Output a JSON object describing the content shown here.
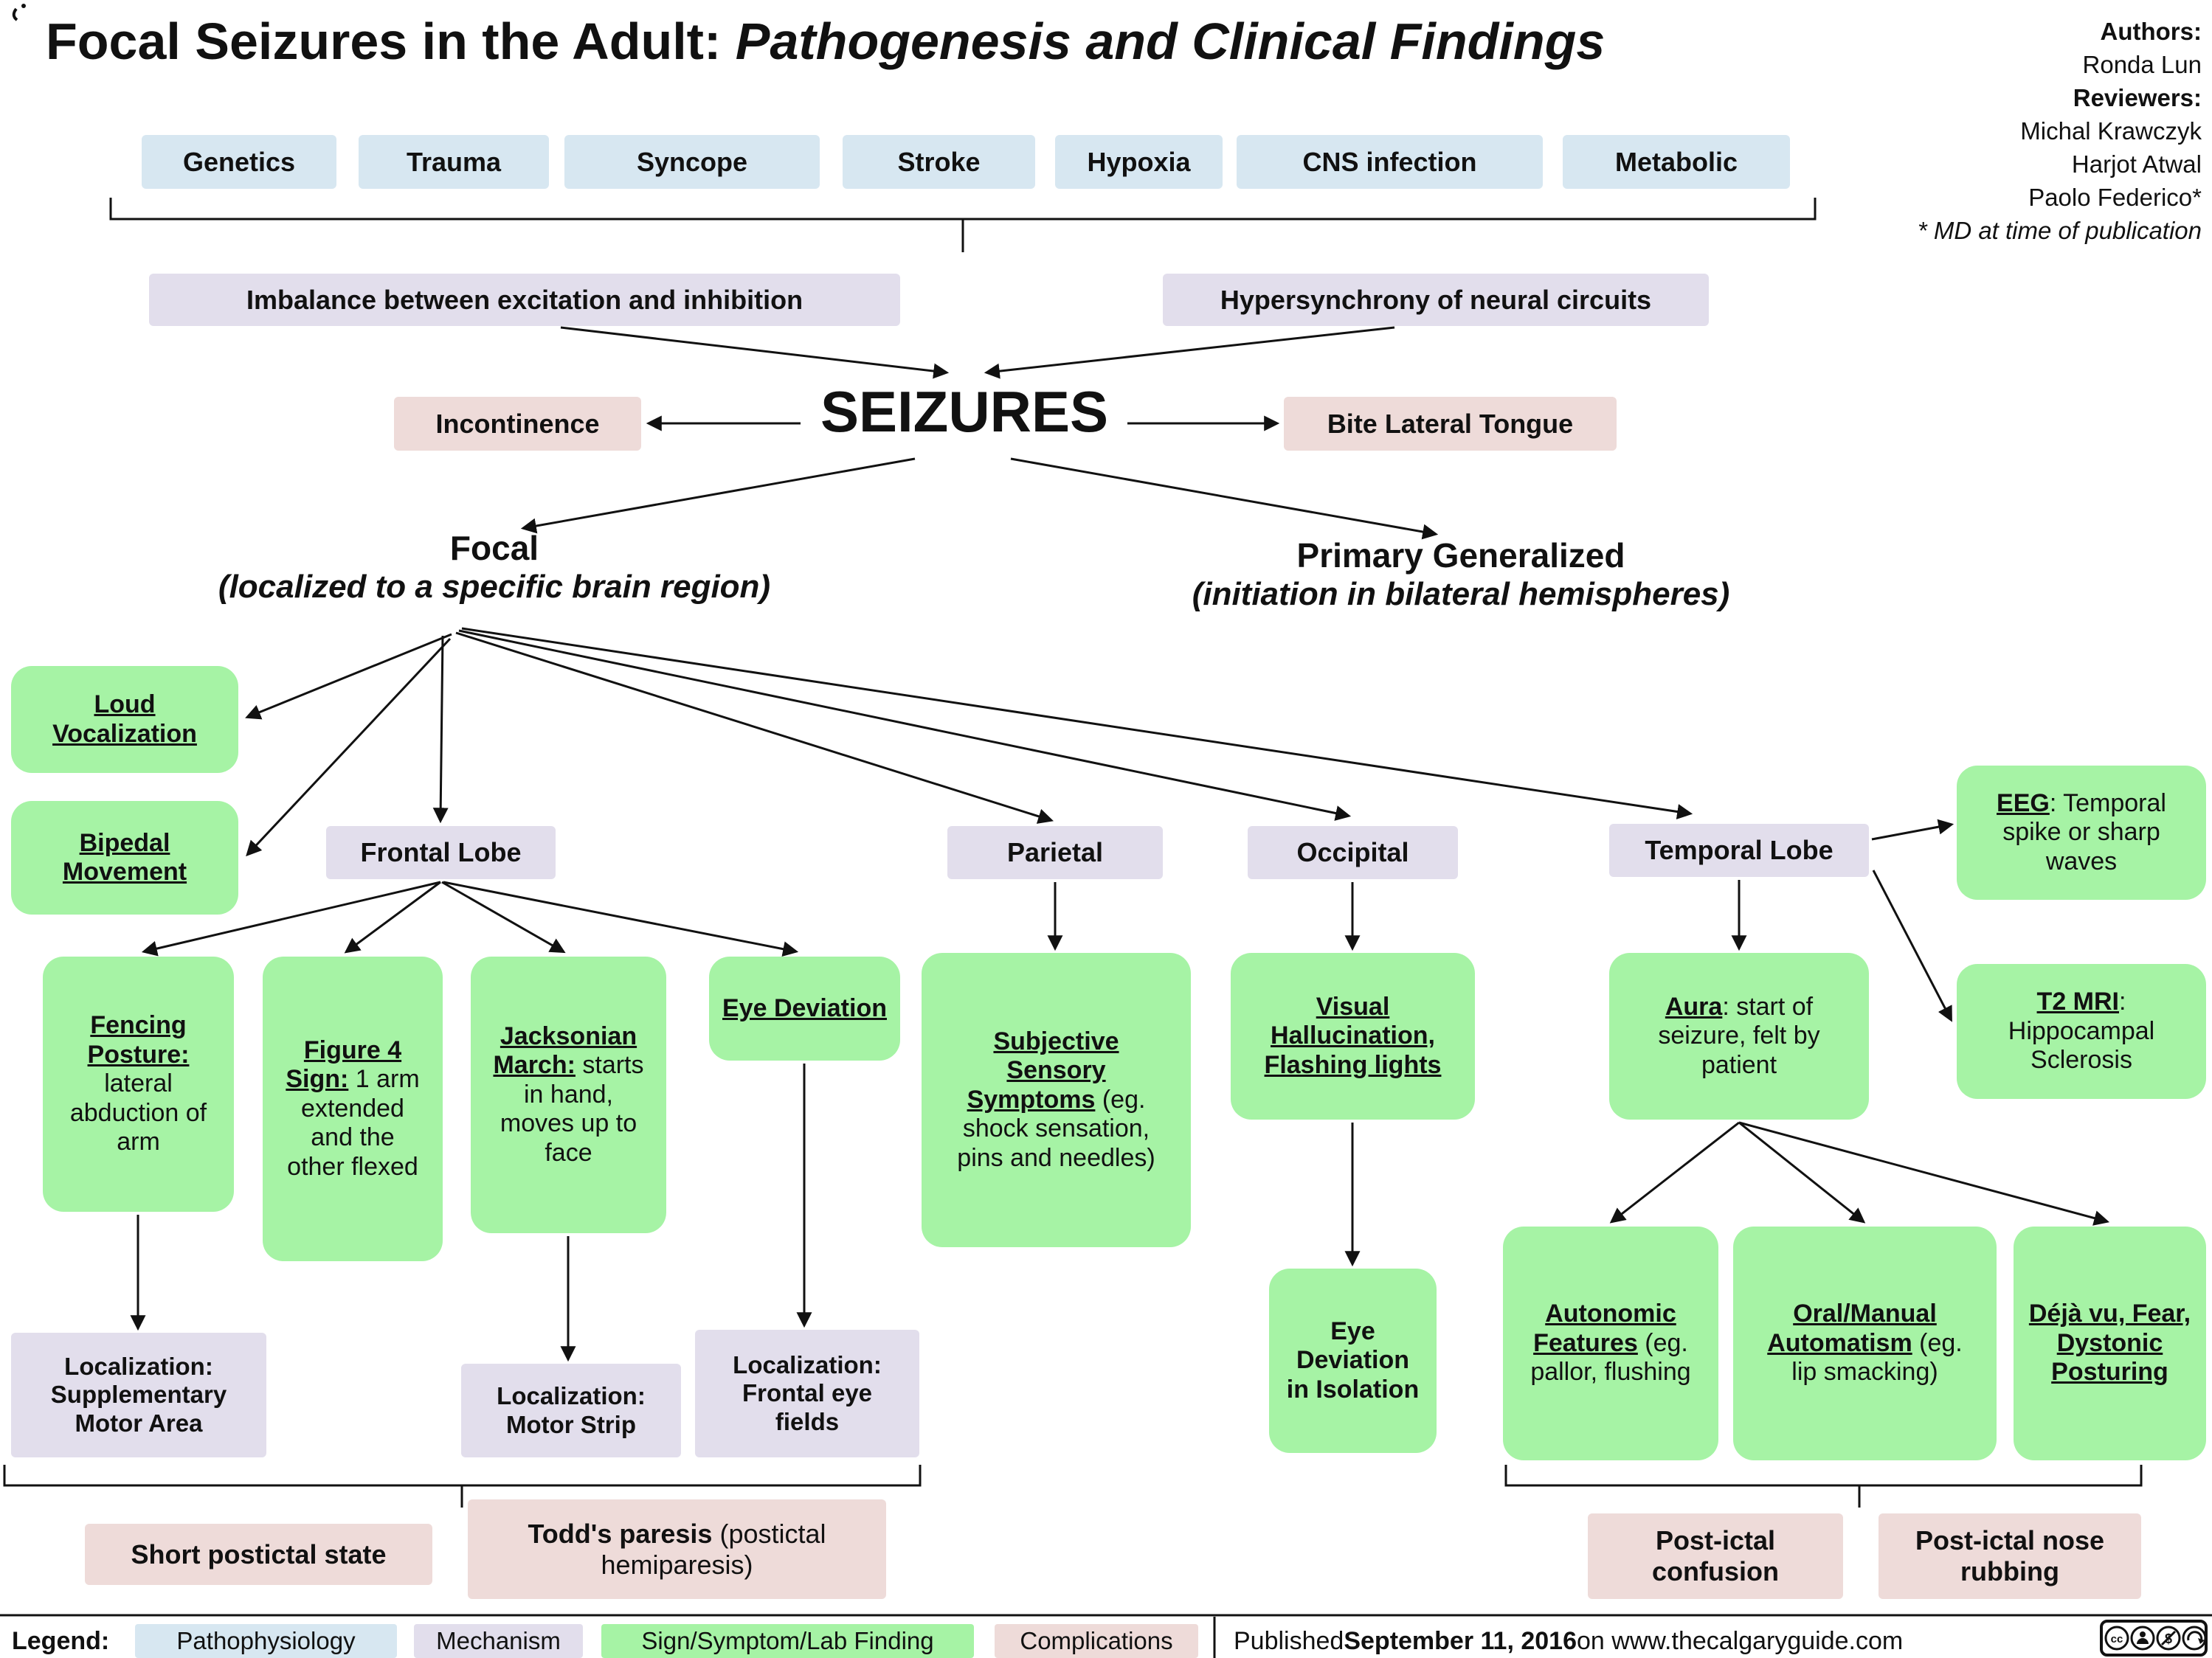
{
  "title": {
    "regular": "Focal Seizures in the Adult: ",
    "italic": "Pathogenesis and Clinical Findings"
  },
  "credits": {
    "authors_label": "Authors:",
    "author": "Ronda Lun",
    "reviewers_label": "Reviewers:",
    "reviewer1": "Michal Krawczyk",
    "reviewer2": "Harjot Atwal",
    "reviewer3": "Paolo Federico*",
    "footnote": "* MD at time of publication"
  },
  "etiologies": [
    "Genetics",
    "Trauma",
    "Syncope",
    "Stroke",
    "Hypoxia",
    "CNS infection",
    "Metabolic"
  ],
  "mechanisms": {
    "imbalance": "Imbalance between excitation and inhibition",
    "hypersynchrony": "Hypersynchrony of neural circuits"
  },
  "central": {
    "seizures": "SEIZURES",
    "incontinence": "Incontinence",
    "bite_lateral_tongue": "Bite Lateral Tongue"
  },
  "branches": {
    "focal_name": "Focal",
    "focal_desc": "(localized to a specific brain region)",
    "generalized_name": "Primary Generalized",
    "generalized_desc": "(initiation in bilateral hemispheres)"
  },
  "focal_findings": {
    "loud_vocalization": "Loud Vocalization",
    "bipedal_movement": "Bipedal Movement"
  },
  "lobes": {
    "frontal": "Frontal Lobe",
    "parietal": "Parietal",
    "occipital": "Occipital",
    "temporal": "Temporal Lobe"
  },
  "frontal": {
    "fencing_head": "Fencing Posture:",
    "fencing_body": " lateral abduction of arm",
    "figure4_head": "Figure 4 Sign:",
    "figure4_body": " 1 arm extended and the other flexed",
    "jacksonian_head": "Jacksonian March:",
    "jacksonian_body": " starts in hand, moves up to face",
    "eye_deviation": "Eye Deviation",
    "loc_sma": "Localization: Supplementary Motor Area",
    "loc_motor_strip": "Localization: Motor Strip",
    "loc_frontal_eye_fields": "Localization: Frontal eye fields"
  },
  "parietal": {
    "subjective_head": "Subjective Sensory Symptoms",
    "subjective_body": " (eg. shock sensation, pins and needles)"
  },
  "occipital": {
    "visual_head": "Visual Hallucination, Flashing lights",
    "eye_isolation": "Eye Deviation in Isolation"
  },
  "temporal": {
    "aura_head": "Aura",
    "aura_body": ": start of seizure, felt by patient",
    "autonomic_head": "Autonomic Features",
    "autonomic_body": " (eg. pallor, flushing",
    "oral_head": "Oral/Manual Automatism",
    "oral_body": " (eg. lip smacking)",
    "deja_vu": "Déjà vu, Fear, Dystonic Posturing",
    "eeg_head": "EEG",
    "eeg_body": ": Temporal spike or sharp waves",
    "mri_head": "T2 MRI",
    "mri_body": ": Hippocampal Sclerosis"
  },
  "postictal": {
    "short_state": "Short postictal state",
    "todds_head": "Todd's paresis",
    "todds_body": " (postictal hemiparesis)",
    "confusion": "Post-ictal confusion",
    "nose_rubbing": "Post-ictal nose rubbing"
  },
  "legend": {
    "label": "Legend:",
    "pathophysiology": "Pathophysiology",
    "mechanism": "Mechanism",
    "sign_symptom": "Sign/Symptom/Lab Finding",
    "complications": "Complications",
    "published_prefix": "Published ",
    "published_date": "September 11, 2016",
    "published_suffix": " on www.thecalgaryguide.com"
  },
  "colors": {
    "pathophysiology": "#d7e7f1",
    "mechanism": "#e2deec",
    "sign_symptom": "#a6f3a5",
    "complication": "#eedbd9"
  }
}
